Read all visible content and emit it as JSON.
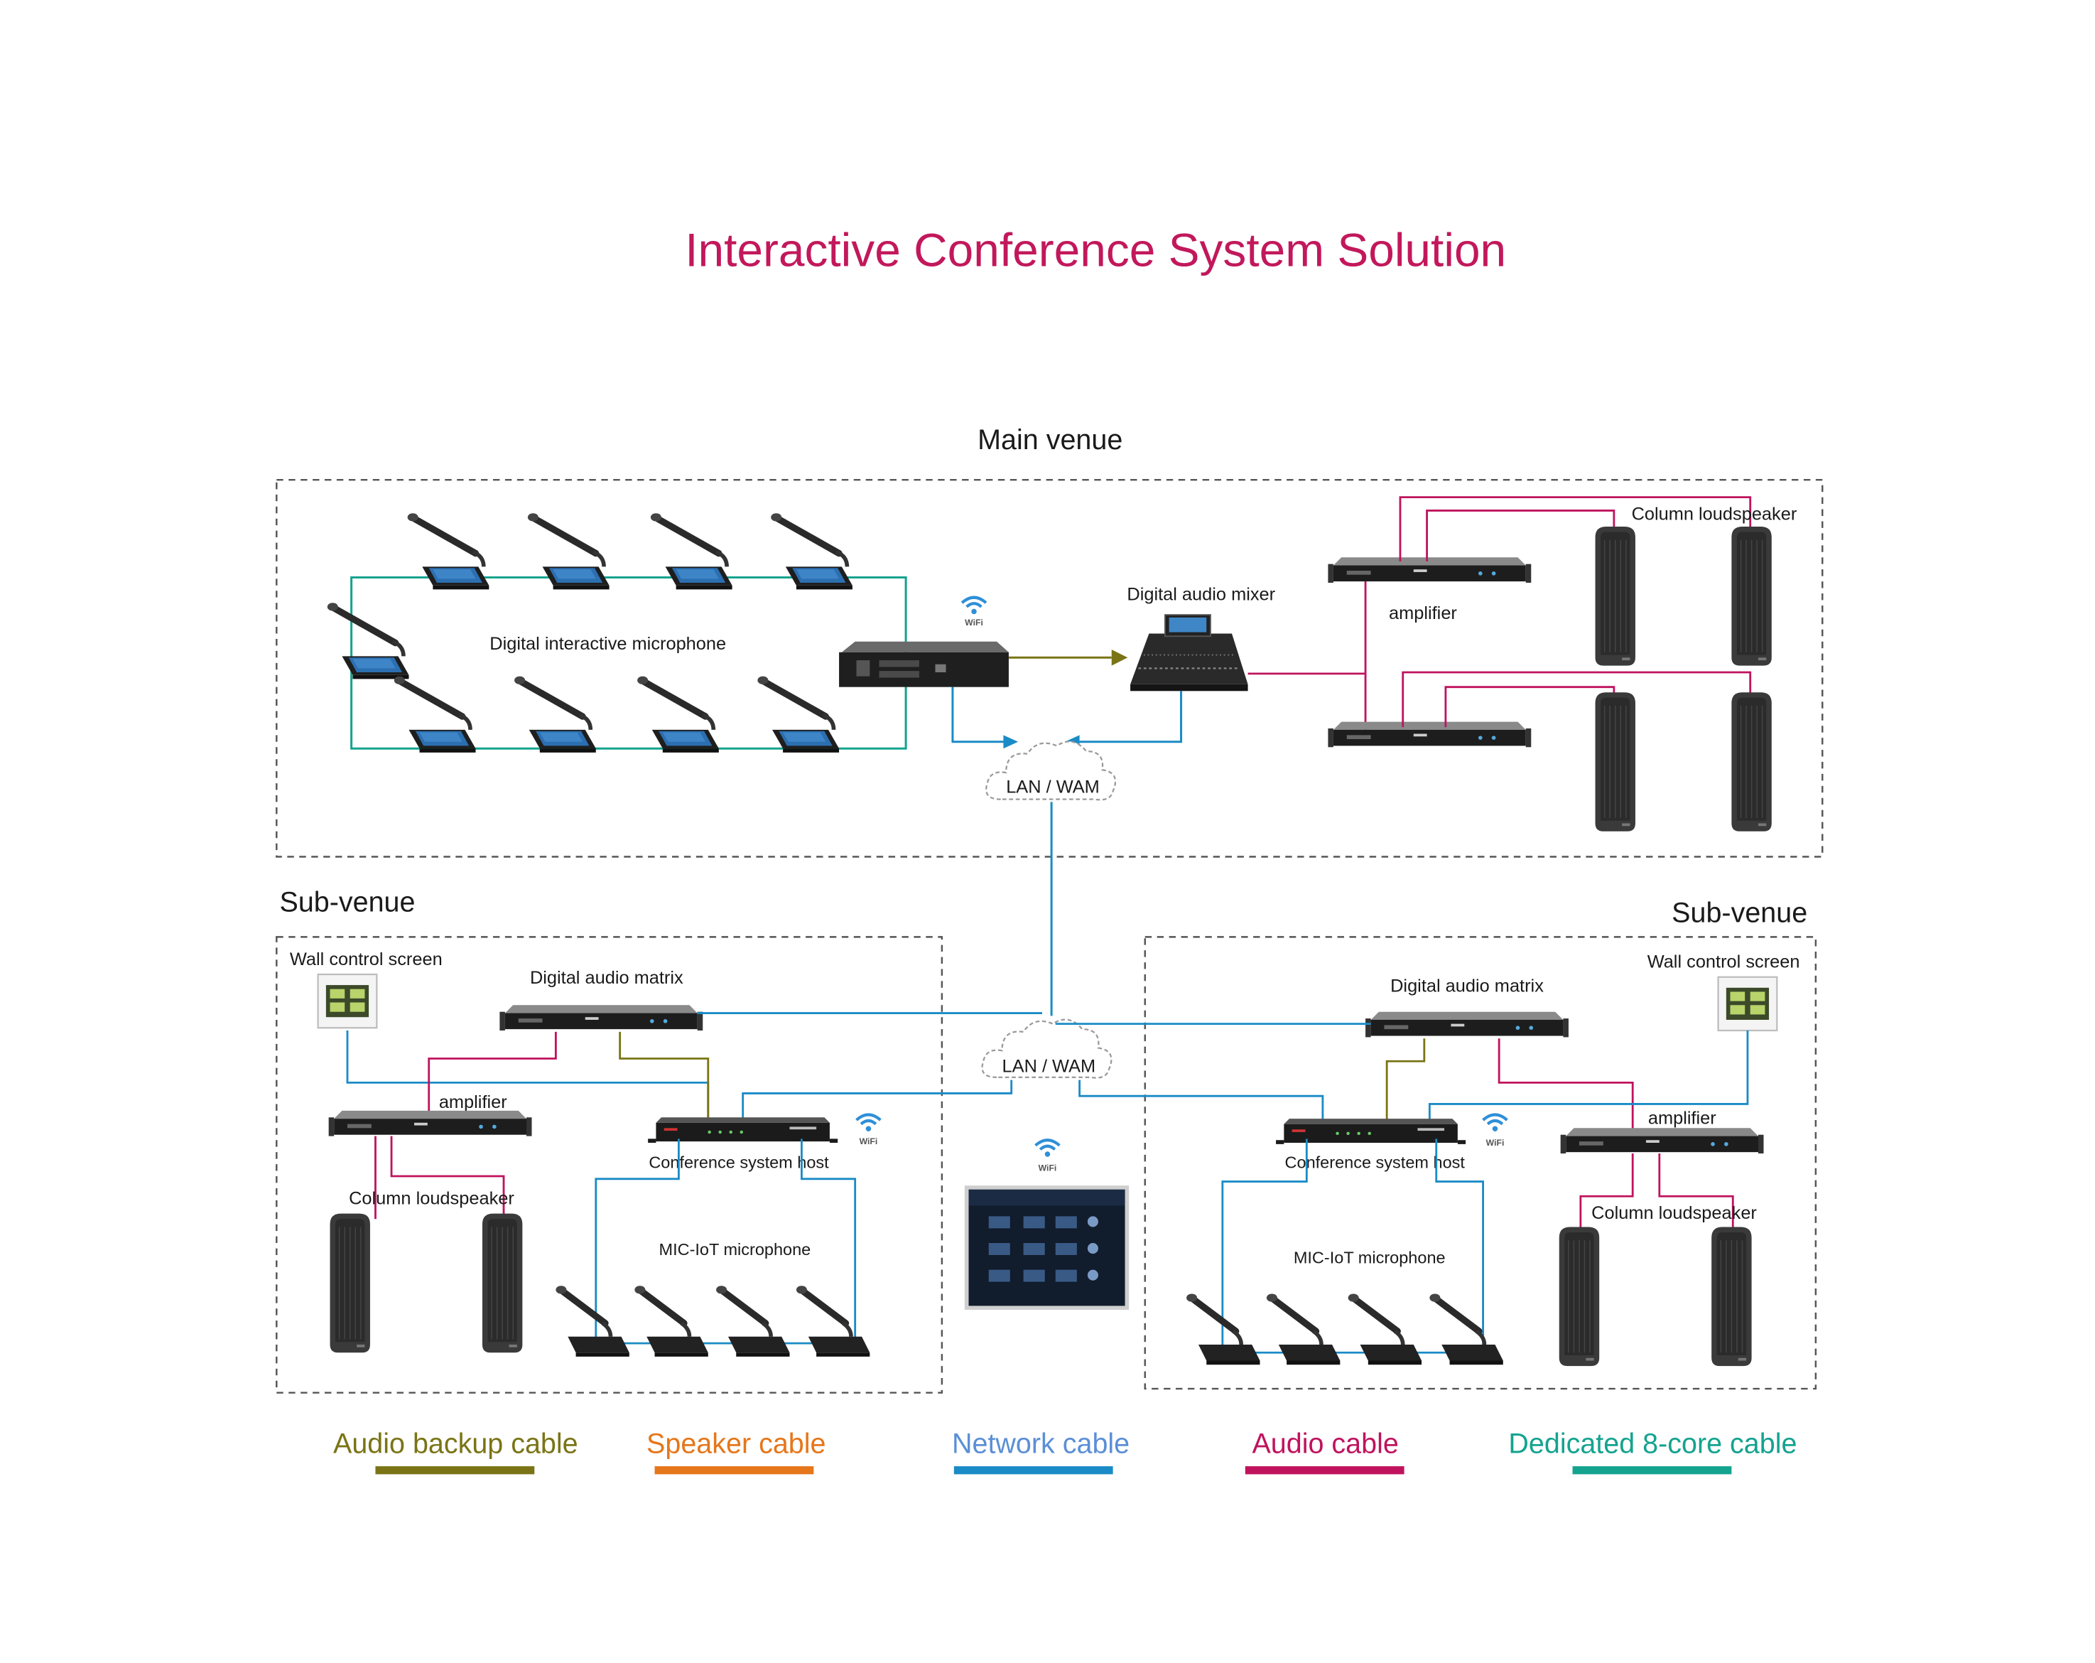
{
  "title": "Interactive Conference System Solution",
  "colors": {
    "title": "#c2185b",
    "audio_backup": "#7a7416",
    "speaker": "#e6761a",
    "network": "#1a8bc6",
    "network_text": "#5b8fd6",
    "audio": "#c0135e",
    "dedicated": "#14a38f",
    "device_dark": "#2b2b2b"
  },
  "main_venue": {
    "heading": "Main venue",
    "mic_label": "Digital interactive microphone",
    "mixer_label": "Digital audio mixer",
    "amplifier_label": "amplifier",
    "loudspeaker_label": "Column loudspeaker",
    "wifi": "WiFi"
  },
  "network": {
    "cloud_top": "LAN / WAM",
    "cloud_bottom": "LAN / WAM"
  },
  "sub_left": {
    "heading": "Sub-venue",
    "wall_screen_label": "Wall control screen",
    "matrix_label": "Digital audio matrix",
    "amplifier_label": "amplifier",
    "host_label": "Conference system host",
    "loudspeaker_label": "Column loudspeaker",
    "mic_label": "MIC-IoT microphone",
    "wifi": "WiFi"
  },
  "sub_right": {
    "heading": "Sub-venue",
    "wall_screen_label": "Wall control screen",
    "matrix_label": "Digital audio matrix",
    "amplifier_label": "amplifier",
    "host_label": "Conference system host",
    "loudspeaker_label": "Column loudspeaker",
    "mic_label": "MIC-IoT microphone",
    "wifi": "WiFi"
  },
  "center_panel": {
    "wifi": "WiFi",
    "icon": "touch-panel-icon"
  },
  "legend": [
    {
      "label": "Audio backup cable",
      "color": "#7a7416"
    },
    {
      "label": "Speaker cable",
      "color": "#e6761a"
    },
    {
      "label": "Network cable",
      "color": "#1a8bc6",
      "text_color": "#5b8fd6"
    },
    {
      "label": "Audio cable",
      "color": "#c0135e"
    },
    {
      "label": "Dedicated 8-core cable",
      "color": "#14a38f"
    }
  ]
}
